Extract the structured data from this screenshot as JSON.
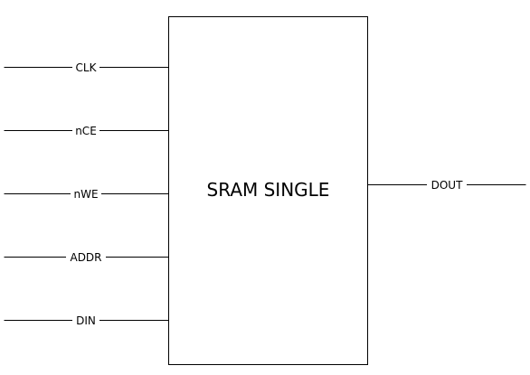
{
  "block": {
    "title": "SRAM SINGLE"
  },
  "inputs": [
    {
      "label": "CLK"
    },
    {
      "label": "nCE"
    },
    {
      "label": "nWE"
    },
    {
      "label": "ADDR"
    },
    {
      "label": "DIN"
    }
  ],
  "outputs": [
    {
      "label": "DOUT"
    }
  ],
  "colors": {
    "line": "#000000",
    "background": "#ffffff"
  }
}
